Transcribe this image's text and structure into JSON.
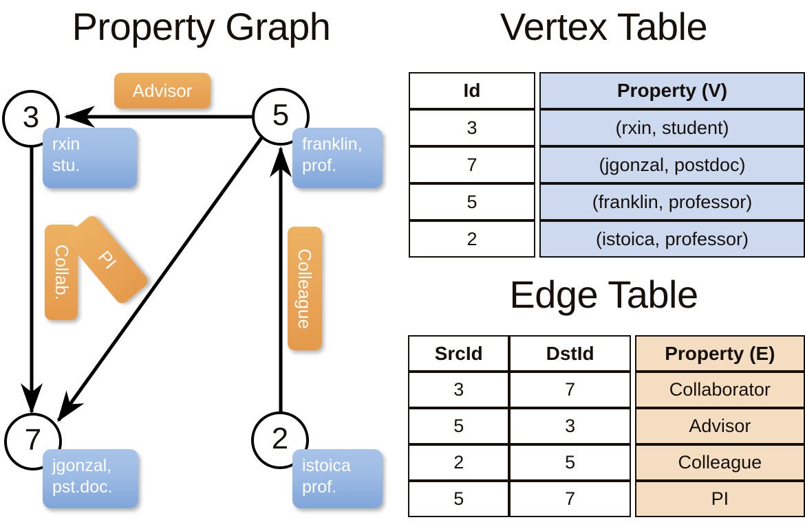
{
  "titles": {
    "property_graph": "Property Graph",
    "vertex_table": "Vertex Table",
    "edge_table": "Edge Table"
  },
  "graph": {
    "nodes": [
      {
        "id": "3",
        "property_line1": "rxin",
        "property_line2": "stu."
      },
      {
        "id": "5",
        "property_line1": "franklin,",
        "property_line2": "prof."
      },
      {
        "id": "7",
        "property_line1": "jgonzal,",
        "property_line2": "pst.doc."
      },
      {
        "id": "2",
        "property_line1": "istoica",
        "property_line2": "prof."
      }
    ],
    "edge_labels": {
      "advisor": "Advisor",
      "collab": "Collab.",
      "pi": "PI",
      "colleague": "Colleague"
    }
  },
  "vertex_table": {
    "headers": [
      "Id",
      "Property (V)"
    ],
    "rows": [
      {
        "id": "3",
        "property": "(rxin, student)"
      },
      {
        "id": "7",
        "property": "(jgonzal, postdoc)"
      },
      {
        "id": "5",
        "property": "(franklin, professor)"
      },
      {
        "id": "2",
        "property": "(istoica, professor)"
      }
    ]
  },
  "edge_table": {
    "headers": [
      "SrcId",
      "DstId",
      "Property (E)"
    ],
    "rows": [
      {
        "src": "3",
        "dst": "7",
        "property": "Collaborator"
      },
      {
        "src": "5",
        "dst": "3",
        "property": "Advisor"
      },
      {
        "src": "2",
        "dst": "5",
        "property": "Colleague"
      },
      {
        "src": "5",
        "dst": "7",
        "property": "PI"
      }
    ]
  },
  "colors": {
    "vertex_property_fill": "#ccd9ee",
    "edge_property_fill": "#f5ddc2",
    "node_box_blue": "#9dbbe4",
    "edge_label_orange": "#e9a457",
    "stroke": "#15100c"
  }
}
